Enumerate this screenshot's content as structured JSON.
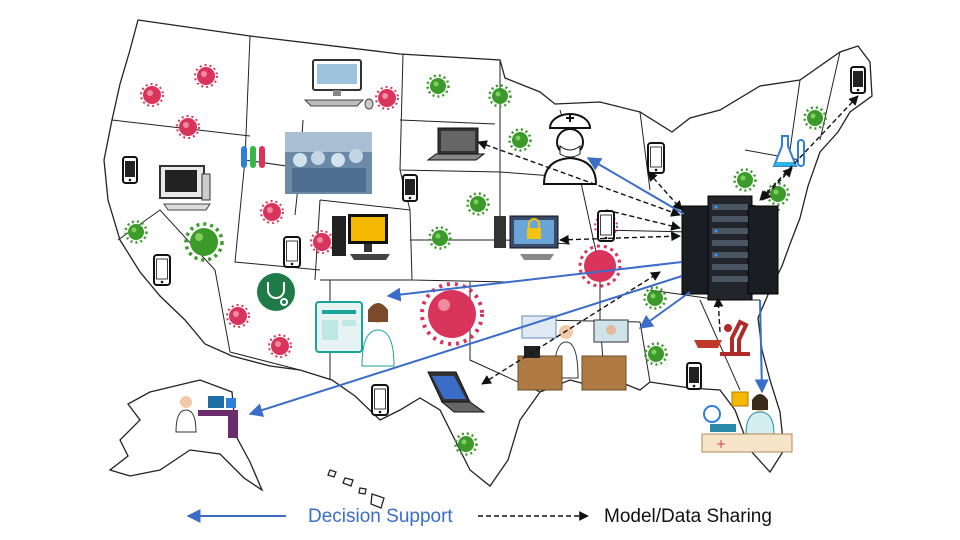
{
  "legend": {
    "decision_support": "Decision Support",
    "model_data_sharing": "Model/Data Sharing"
  },
  "colors": {
    "decision_arrow": "#3b6cc8",
    "sharing_arrow": "#111111",
    "virus_red": "#d9345b",
    "virus_green": "#3c9a2a",
    "map_stroke": "#222222"
  },
  "icons": [
    "us-map",
    "server-rack-icon",
    "virus-red-icon",
    "virus-green-icon",
    "desktop-computer-icon",
    "laptop-icon",
    "smartphone-icon",
    "doctor-icon",
    "nurse-telehealth-icon",
    "stethoscope-icon",
    "test-tubes-icon",
    "lab-flask-icon",
    "microscope-icon",
    "padlock-computer-icon",
    "medical-team-photo",
    "telemedicine-desk-icon",
    "doctor-desk-icon"
  ]
}
